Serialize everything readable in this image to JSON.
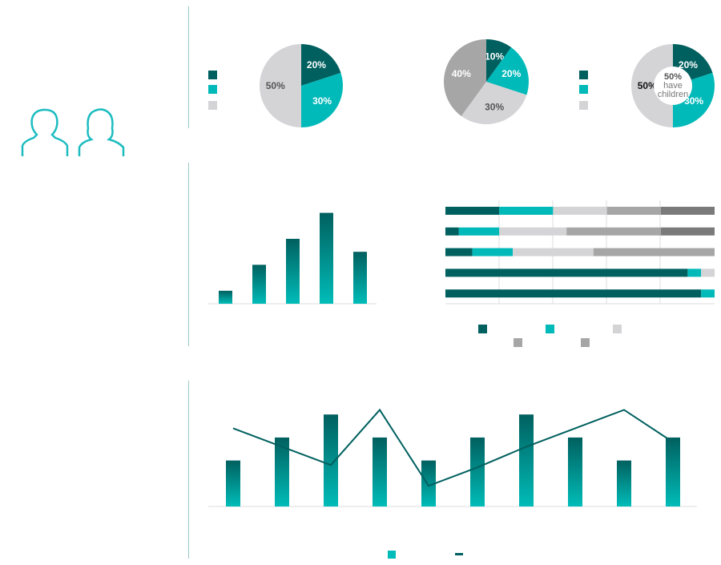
{
  "colors": {
    "dark": "#00605f",
    "teal": "#00b9b9",
    "light": "#d4d3d6",
    "gray": "#a6a6a6",
    "darkgray": "#7a7a7a"
  },
  "icons": [
    "male-person-icon",
    "female-person-icon"
  ],
  "chart_data": [
    {
      "type": "pie",
      "values": [
        20,
        30,
        50
      ],
      "labels": [
        "20%",
        "30%",
        "50%"
      ],
      "colors": [
        "dark",
        "teal",
        "light"
      ]
    },
    {
      "type": "pie",
      "values": [
        10,
        20,
        30,
        40
      ],
      "labels": [
        "10%",
        "20%",
        "30%",
        "40%"
      ],
      "colors": [
        "dark",
        "teal",
        "light",
        "gray"
      ]
    },
    {
      "type": "pie",
      "values": [
        20,
        30,
        50
      ],
      "labels": [
        "20%",
        "30%",
        "50%"
      ],
      "colors": [
        "dark",
        "teal",
        "light"
      ],
      "center_text": [
        "50%",
        "have",
        "children"
      ]
    },
    {
      "type": "bar",
      "values": [
        1,
        3,
        5,
        7,
        4
      ],
      "ylim": [
        0,
        7.5
      ]
    },
    {
      "type": "bar",
      "stacked": true,
      "orientation": "horizontal",
      "xlim": [
        0,
        100
      ],
      "grid": true,
      "rows": [
        [
          20,
          20,
          20,
          20,
          20
        ],
        [
          5,
          15,
          25,
          35,
          20
        ],
        [
          10,
          15,
          30,
          45,
          0
        ],
        [
          90,
          5,
          5,
          0,
          0
        ],
        [
          95,
          5,
          0,
          0,
          0
        ]
      ],
      "colors": [
        "dark",
        "teal",
        "light",
        "gray",
        "darkgray"
      ]
    },
    {
      "type": "bar+line",
      "bars": [
        2,
        3,
        4,
        3,
        2,
        3,
        4,
        3,
        2,
        3
      ],
      "line": [
        3.4,
        2.6,
        1.8,
        4.2,
        0.9,
        1.7,
        2.6,
        3.4,
        4.2,
        2.8
      ],
      "ylim": [
        0,
        5
      ]
    }
  ]
}
